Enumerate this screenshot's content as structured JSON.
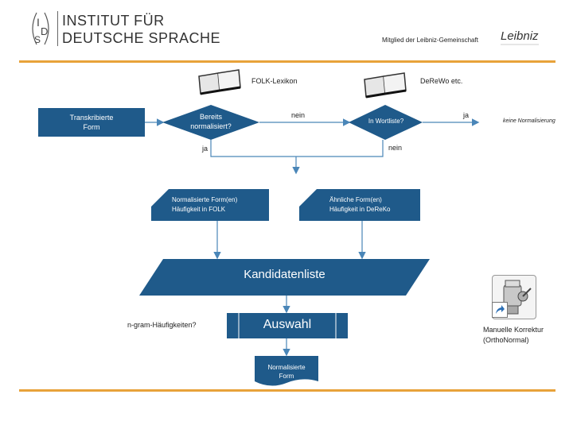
{
  "header": {
    "logo_letters": "IDS",
    "institute_line1": "INSTITUT FÜR",
    "institute_line2": "DEUTSCHE SPRACHE",
    "member_text": "Mitglied der Leibniz-Gemeinschaft",
    "leibniz_logo_text": "Leibniz",
    "rule_color": "#e8a23a"
  },
  "flowchart": {
    "node_color": "#1f5a8a",
    "line_color": "#4a86b8",
    "book_folk_label": "FOLK-Lexikon",
    "book_dereko_label": "DeReWo etc.",
    "transcribed_form": [
      "Transkribierte",
      "Form"
    ],
    "already_normalized": [
      "Bereits",
      "normalisiert?"
    ],
    "in_wordlist": "In Wortliste?",
    "no_normalization": "keine Normalisierung",
    "edge_nein_1": "nein",
    "edge_ja_1": "ja",
    "edge_nein_2": "nein",
    "edge_ja_2": "ja",
    "normalized_forms": [
      "Normalisierte Form(en)",
      "Häufigkeit in FOLK"
    ],
    "similar_forms": [
      "Ähnliche Form(en)",
      "Häufigkeit in DeReKo"
    ],
    "candidate_list": "Kandidatenliste",
    "ngram_label": "n-gram-Häufigkeiten?",
    "selection": "Auswahl",
    "normalized_form": [
      "Normalisierte",
      "Form"
    ],
    "manual_correction": [
      "Manuelle Korrektur",
      "(OrthoNormal)"
    ],
    "tool_icon": "meat-grinder-icon"
  }
}
